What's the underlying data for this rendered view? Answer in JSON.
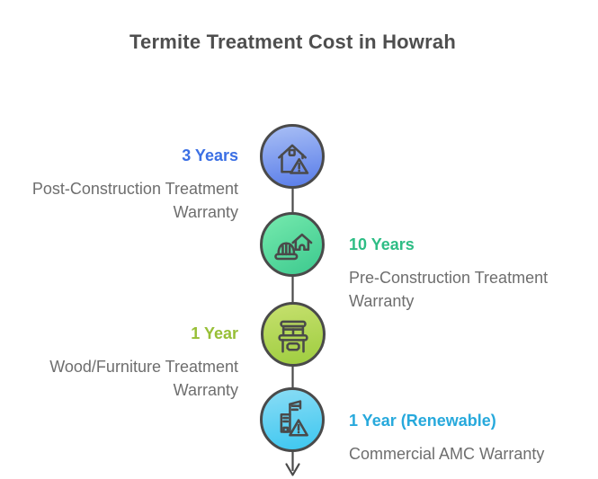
{
  "title": "Termite Treatment Cost in Howrah",
  "colors": {
    "title": "#4E4E4E",
    "label_text": "#6E6E6E",
    "timeline": "#4A4A4A",
    "circle_border": "#4A4A4A",
    "icon_stroke": "#4A4A4A"
  },
  "items": [
    {
      "duration": "3 Years",
      "duration_color": "#3B6FE4",
      "label": "Post-Construction Treatment Warranty",
      "icon": "house-alert-icon",
      "side": "left",
      "circle_gradient": [
        "#A9BFF5",
        "#587CE9"
      ]
    },
    {
      "duration": "10 Years",
      "duration_color": "#2EBD85",
      "label": "Pre-Construction Treatment Warranty",
      "icon": "house-construction-helmet-icon",
      "side": "right",
      "circle_gradient": [
        "#76EAAE",
        "#3CC98E"
      ]
    },
    {
      "duration": "1 Year",
      "duration_color": "#97BF36",
      "label": "Wood/Furniture Treatment Warranty",
      "icon": "wood-furniture-icon",
      "side": "left",
      "circle_gradient": [
        "#C6E06E",
        "#9ECD3F"
      ]
    },
    {
      "duration": "1 Year (Renewable)",
      "duration_color": "#27A9DC",
      "label": "Commercial AMC Warranty",
      "icon": "commercial-buildings-alert-icon",
      "side": "right",
      "circle_gradient": [
        "#8ADCF5",
        "#3CC7F0"
      ]
    }
  ]
}
